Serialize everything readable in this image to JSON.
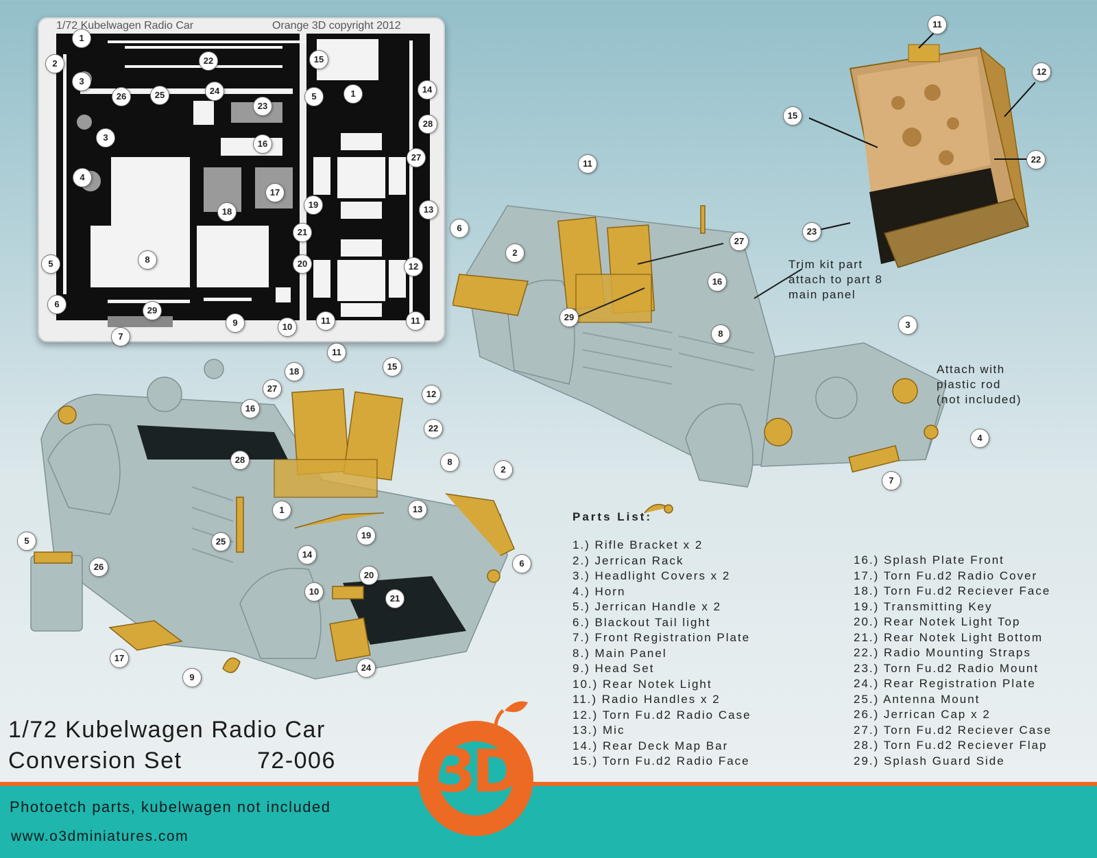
{
  "fret": {
    "title_left": "1/72 Kubelwagen Radio Car",
    "title_right": "Orange 3D copyright 2012",
    "callouts": [
      "1",
      "2",
      "22",
      "15",
      "1",
      "14",
      "3",
      "26",
      "25",
      "24",
      "23",
      "5",
      "28",
      "3",
      "16",
      "27",
      "4",
      "17",
      "19",
      "13",
      "18",
      "21",
      "5",
      "8",
      "20",
      "12",
      "6",
      "29",
      "9",
      "10",
      "11",
      "11",
      "7"
    ]
  },
  "rear_view": {
    "callouts": [
      "11",
      "27",
      "16",
      "29",
      "8",
      "6",
      "2",
      "3",
      "4",
      "7"
    ],
    "note_trim": "Trim kit part\nattach to part 8\nmain panel",
    "note_attach": "Attach with\nplastic rod\n(not included)"
  },
  "radio_view": {
    "callouts": [
      "11",
      "12",
      "15",
      "22",
      "23"
    ]
  },
  "front_view": {
    "callouts": [
      "11",
      "18",
      "15",
      "27",
      "12",
      "16",
      "22",
      "28",
      "8",
      "2",
      "1",
      "13",
      "5",
      "25",
      "14",
      "19",
      "6",
      "26",
      "20",
      "10",
      "21",
      "17",
      "24",
      "9"
    ]
  },
  "parts_list": {
    "title": "Parts List:",
    "col1": [
      "1.) Rifle Bracket x 2",
      "2.) Jerrican Rack",
      "3.) Headlight Covers x 2",
      "4.) Horn",
      "5.) Jerrican Handle x 2",
      "6.) Blackout Tail light",
      "7.) Front Registration Plate",
      "8.) Main Panel",
      "9.) Head Set",
      "10.) Rear Notek Light",
      "11.) Radio Handles x 2",
      "12.) Torn Fu.d2 Radio Case",
      "13.) Mic",
      "14.) Rear Deck Map Bar",
      "15.) Torn Fu.d2 Radio Face"
    ],
    "col2": [
      "16.) Splash Plate Front",
      "17.) Torn Fu.d2 Radio Cover",
      "18.) Torn Fu.d2 Reciever Face",
      "19.) Transmitting Key",
      "20.) Rear Notek Light Top",
      "21.) Rear Notek Light Bottom",
      "22.) Radio Mounting Straps",
      "23.) Torn Fu.d2 Radio Mount",
      "24.) Rear Registration Plate",
      "25.) Antenna Mount",
      "26.) Jerrican Cap x 2",
      "27.) Torn Fu.d2 Reciever Case",
      "28.) Torn Fu.d2 Reciever Flap",
      "29.) Splash Guard Side"
    ]
  },
  "product": {
    "title_line1": "1/72 Kubelwagen Radio Car",
    "title_line2": "Conversion Set",
    "code": "72-006"
  },
  "footer": {
    "tagline": "Photoetch parts, kubelwagen not included",
    "url": "www.o3dminiatures.com"
  },
  "logo": {
    "text": "3D",
    "name": "orange-3d-logo"
  },
  "colors": {
    "teal": "#1fb6ae",
    "orange": "#ec6a24",
    "resin": "#aebfc0",
    "brass": "#d6a83a"
  }
}
